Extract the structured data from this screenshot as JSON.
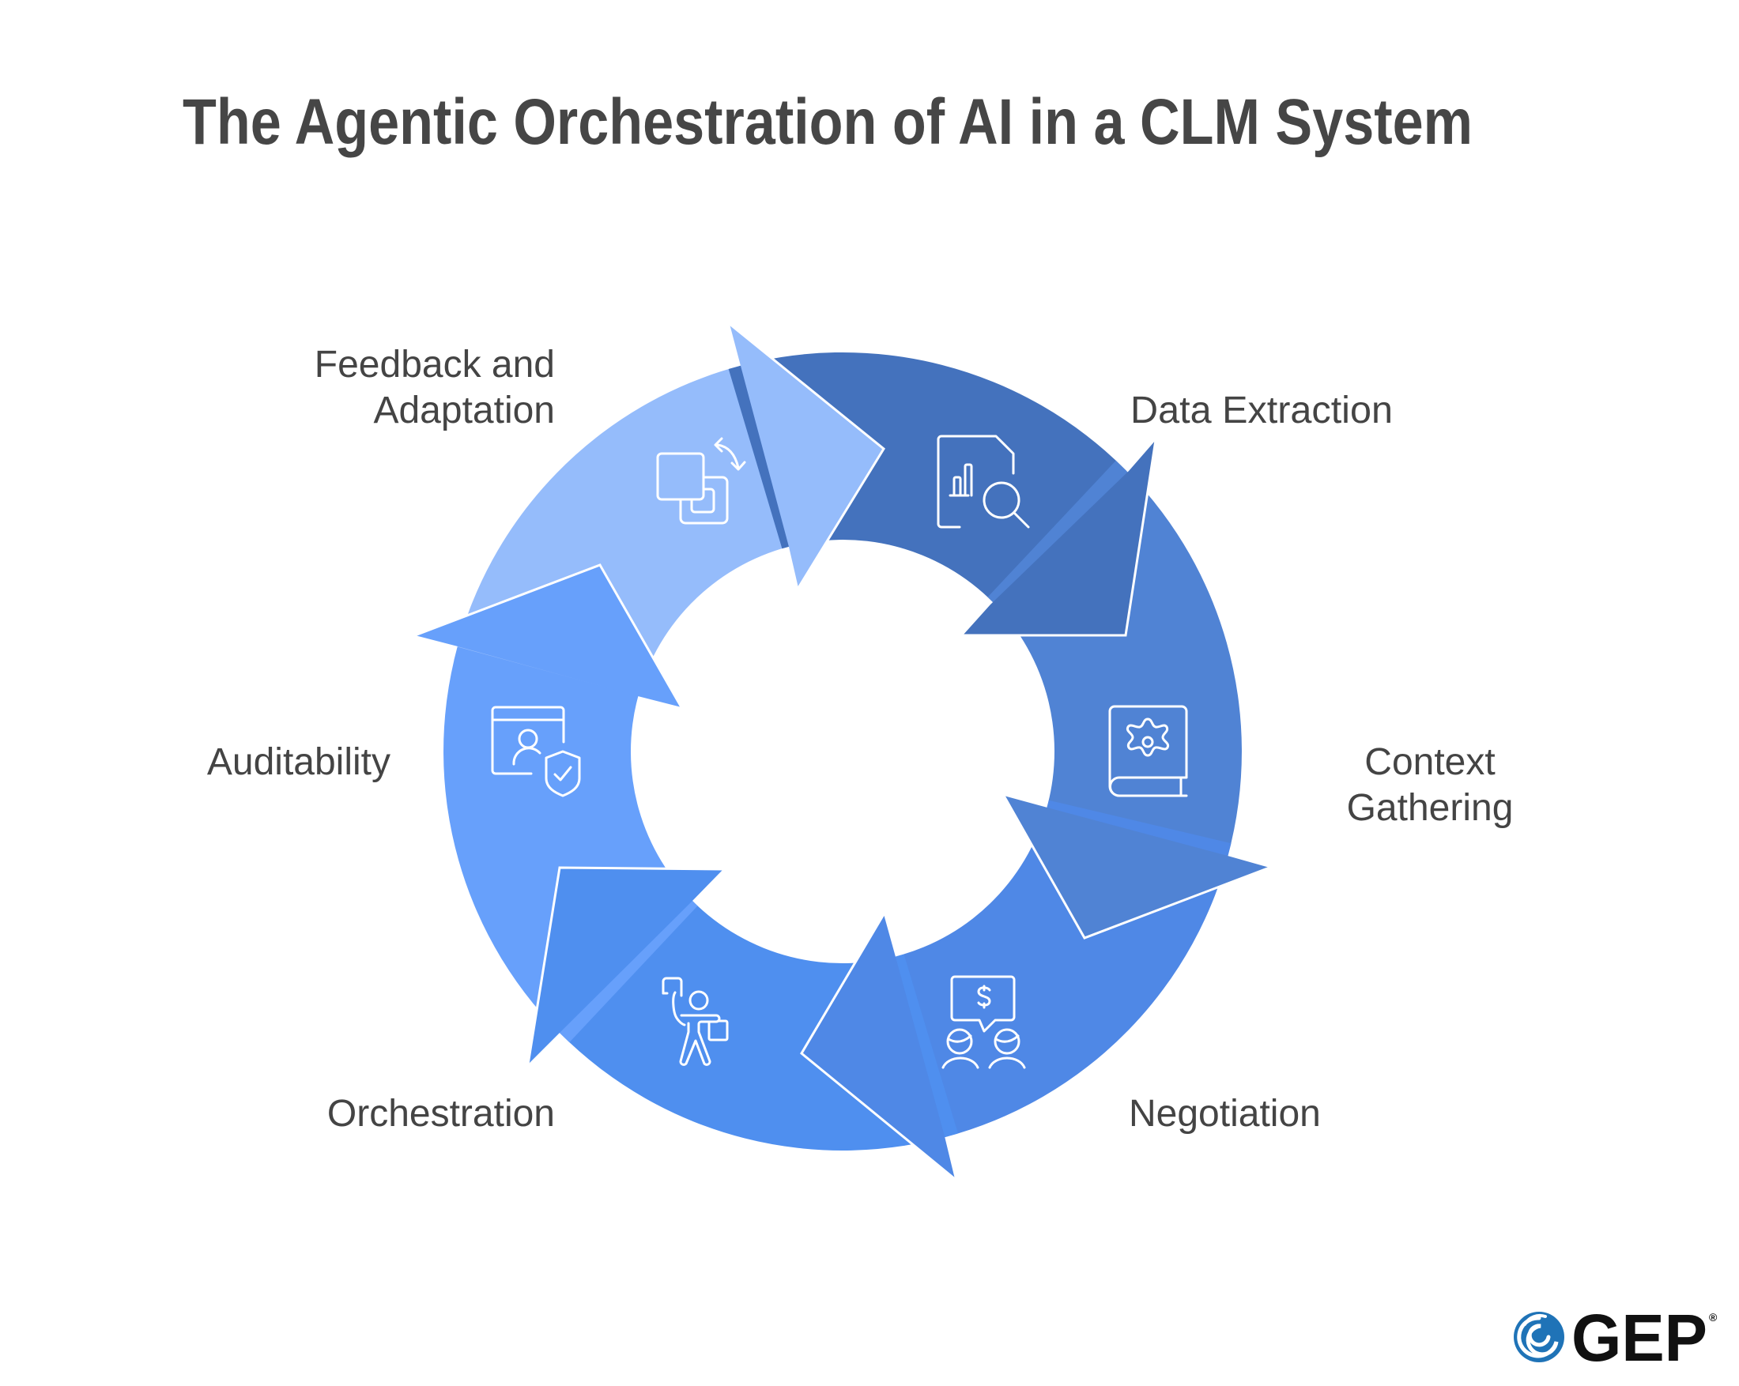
{
  "title": "The Agentic Orchestration of AI in a CLM System",
  "steps": [
    {
      "id": "feedback",
      "label_lines": [
        "Feedback and",
        "Adaptation"
      ],
      "icon": "layers-swap-icon",
      "color": "#95BCFB"
    },
    {
      "id": "data-extraction",
      "label_lines": [
        "Data Extraction"
      ],
      "icon": "document-chart-search-icon",
      "color": "#4472BD"
    },
    {
      "id": "context",
      "label_lines": [
        "Context",
        "Gathering"
      ],
      "icon": "book-gear-icon",
      "color": "#5083D4"
    },
    {
      "id": "negotiation",
      "label_lines": [
        "Negotiation"
      ],
      "icon": "people-dollar-chat-icon",
      "color": "#4F88E6"
    },
    {
      "id": "orchestration",
      "label_lines": [
        "Orchestration"
      ],
      "icon": "person-juggling-boxes-icon",
      "color": "#4F8FEF"
    },
    {
      "id": "auditability",
      "label_lines": [
        "Auditability"
      ],
      "icon": "profile-shield-check-icon",
      "color": "#67A0FB"
    }
  ],
  "logo": {
    "text": "GEP",
    "registered": "®",
    "swirl_color": "#1F73B7"
  },
  "colors": {
    "title": "#464646",
    "label": "#444444",
    "outline": "#FFFFFF"
  }
}
